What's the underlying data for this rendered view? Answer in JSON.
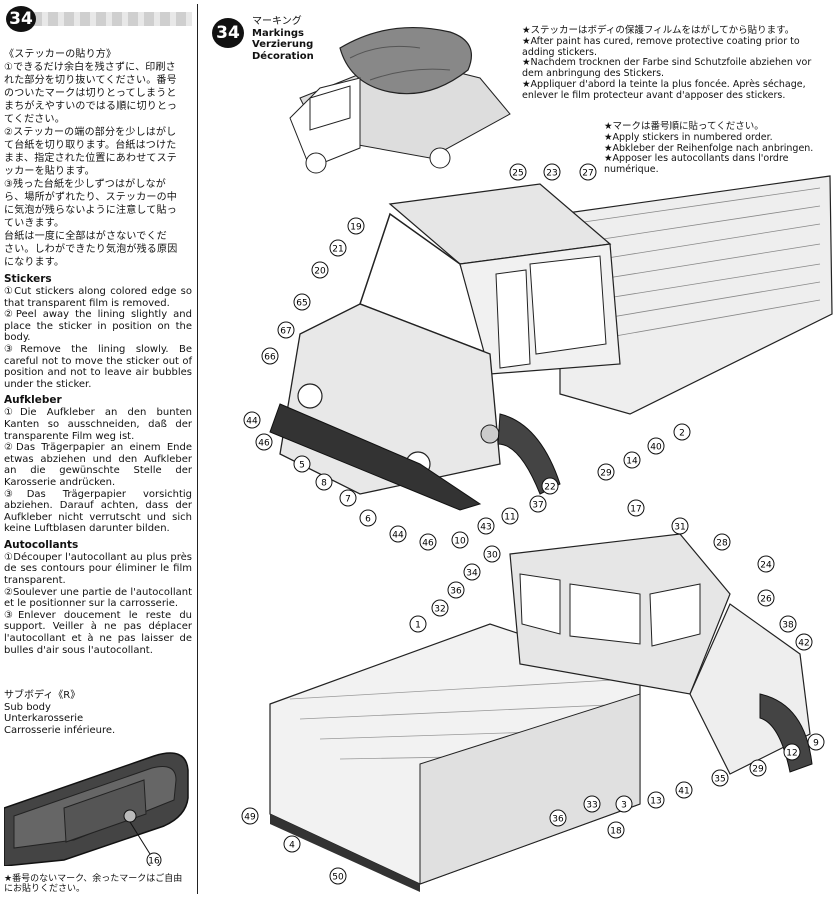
{
  "step": "34",
  "left": {
    "jp_title": "《ステッカーの貼り方》",
    "jp_lines": [
      "①できるだけ余白を残さずに、印刷さ",
      "れた部分を切り抜いてください。番号",
      "のついたマークは切りとってしまうと",
      "まちがえやすいのではる順に切りとっ",
      "てください。",
      "②ステッカーの端の部分を少しはがし",
      "て台紙を切り取ります。台紙はつけた",
      "まま、指定された位置にあわせてステ",
      "ッカーを貼ります。",
      "③残った台紙を少しずつはがしなが",
      "ら、場所がずれたり、ステッカーの中",
      "に気泡が残らないように注意して貼っ",
      "ていきます。",
      "台紙は一度に全部はがさないでくだ",
      "さい。しわができたり気泡が残る原因",
      "になります。"
    ],
    "en_title": "Stickers",
    "en_text": [
      "①Cut stickers along colored edge so that transparent film is removed.",
      "②Peel away the lining slightly and place the sticker in position on the body.",
      "③Remove the lining slowly. Be careful not to move the sticker out of position and not to leave air bubbles under the sticker."
    ],
    "de_title": "Aufkleber",
    "de_text": [
      "①Die Aufkleber an den bunten Kanten so ausschneiden, daß der transparente Film weg ist.",
      "②Das Trägerpapier an einem Ende etwas abziehen und den Aufkleber an die gewünschte Stelle der Karosserie andrücken.",
      "③Das Trägerpapier vorsichtig abziehen. Darauf achten, dass der Aufkleber nicht verrutscht und sich keine Luftblasen darunter bilden."
    ],
    "fr_title": "Autocollants",
    "fr_text": [
      "①Découper l'autocollant au plus près de ses contours pour éliminer le film transparent.",
      "②Soulever une partie de l'autocollant et le positionner sur la carrosserie.",
      "③Enlever doucement le reste du support. Veiller à ne pas déplacer l'autocollant et à ne pas laisser de bulles d'air sous l'autocollant."
    ],
    "subbody": {
      "jp": "サブボディ《R》",
      "en": "Sub body",
      "de": "Unterkarosserie",
      "fr": "Carrosserie inférieure.",
      "callout": "16"
    },
    "footnote": [
      "★番号のないマーク、余ったマークはご自由",
      "にお貼りください。"
    ]
  },
  "right": {
    "markings": [
      "マーキング",
      "Markings",
      "Verzierung",
      "Décoration"
    ],
    "note1": [
      "★ステッカーはボディの保護フィルムをはがしてから貼ります。",
      "★After paint has cured, remove protective coating prior to adding stickers.",
      "★Nachdem trocknen der Farbe sind Schutzfoile abziehen vor dem anbringung des Stickers.",
      "★Appliquer d'abord la teinte la plus foncée. Après séchage, enlever le film protecteur avant d'apposer des stickers."
    ],
    "note2": [
      "★マークは番号順に貼ってください。",
      "★Apply stickers in numbered order.",
      "★Abkleber der Reihenfolge nach anbringen.",
      "★Apposer les autocollants dans l'ordre numérique."
    ],
    "callouts_top": [
      "25",
      "23",
      "27",
      "19",
      "21",
      "20",
      "65",
      "67",
      "66",
      "44",
      "46",
      "5",
      "8",
      "7",
      "6",
      "44",
      "46",
      "10",
      "43",
      "11",
      "37",
      "22",
      "29",
      "14",
      "40",
      "2"
    ],
    "callouts_bottom": [
      "17",
      "31",
      "30",
      "34",
      "36",
      "32",
      "1",
      "28",
      "24",
      "26",
      "38",
      "42",
      "9",
      "12",
      "29",
      "35",
      "41",
      "13",
      "3",
      "33",
      "36",
      "18",
      "4",
      "49",
      "50"
    ]
  }
}
